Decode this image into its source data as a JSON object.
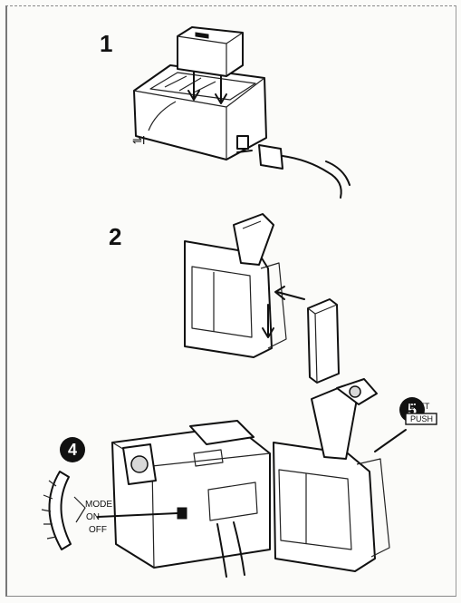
{
  "steps": {
    "step1": "1",
    "step2": "2",
    "step4": "4",
    "step5": "5"
  },
  "labels": {
    "charge_mark": "⇌I",
    "mode": "MODE",
    "on": "ON",
    "off": "OFF",
    "batt": "BATT",
    "push": "PUSH"
  }
}
